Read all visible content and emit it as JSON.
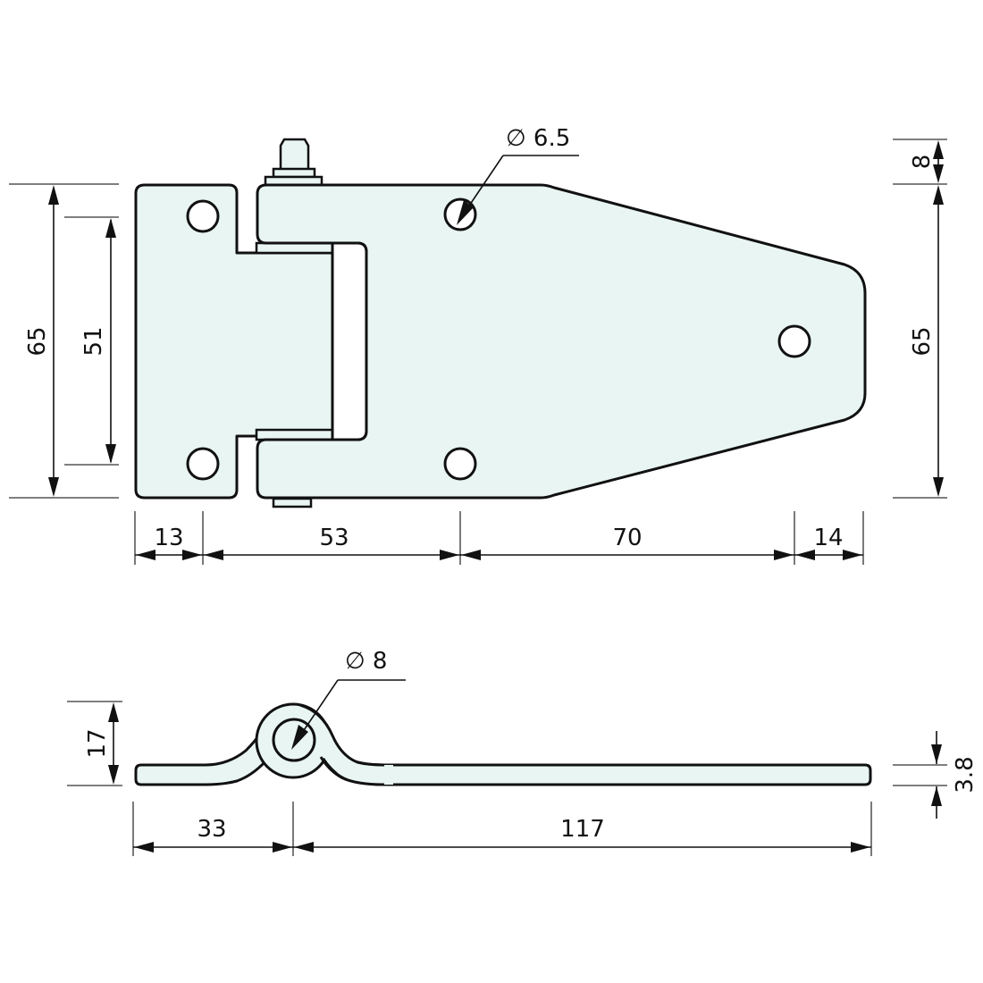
{
  "drawing": {
    "title": "Lift-off hinge technical drawing",
    "units": "mm",
    "fill_color": "#e8f5f3",
    "line_color": "#111111",
    "top_view": {
      "dimensions": {
        "overall_height_left": "65",
        "hole_spacing_left": "51",
        "overall_height_right": "65",
        "pin_protrusion": "8",
        "hole_diameter": "∅ 6.5",
        "edge_to_hole": "13",
        "hole_to_hole": "53",
        "hole_to_tip_hole": "70",
        "tip_hole_to_edge": "14"
      }
    },
    "side_view": {
      "dimensions": {
        "knuckle_height": "17",
        "pin_diameter": "∅ 8",
        "thickness": "3.8",
        "short_leaf_length": "33",
        "long_leaf_length": "117"
      }
    }
  }
}
